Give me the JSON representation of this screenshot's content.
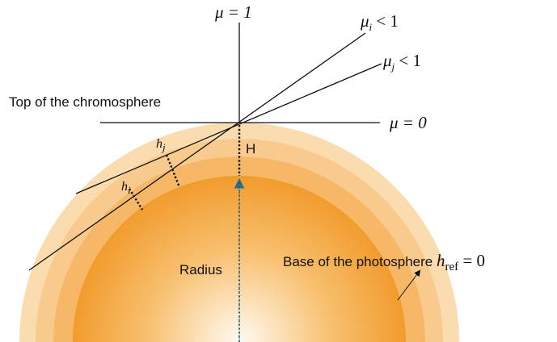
{
  "labels": {
    "mu_eq": "μ = 1",
    "mu_i_base": "μ",
    "mu_i_sub": "i",
    "mu_i_rest": " < 1",
    "mu_j_base": "μ",
    "mu_j_sub": "j",
    "mu_j_rest": " < 1",
    "mu_zero": "μ = 0",
    "top_chromosphere": "Top of the chromosphere",
    "h_marker": "H",
    "h_i_base": "h",
    "h_i_sub": "i",
    "h_j_base": "h",
    "h_j_sub": "j",
    "radius": "Radius",
    "base_photosphere": "Base of the photosphere ",
    "h_ref_base": "h",
    "h_ref_sub": "ref",
    "h_ref_rest": " = 0"
  },
  "colors": {
    "outer_shell": "#fbdcae",
    "middle_shell": "#f9ca8e",
    "inner_shell": "#f6b767",
    "core_center": "#fffaf2",
    "core_mid": "#f8bf6e",
    "core_edge": "#f19a2a",
    "radius_line": "#2a6f8f"
  }
}
